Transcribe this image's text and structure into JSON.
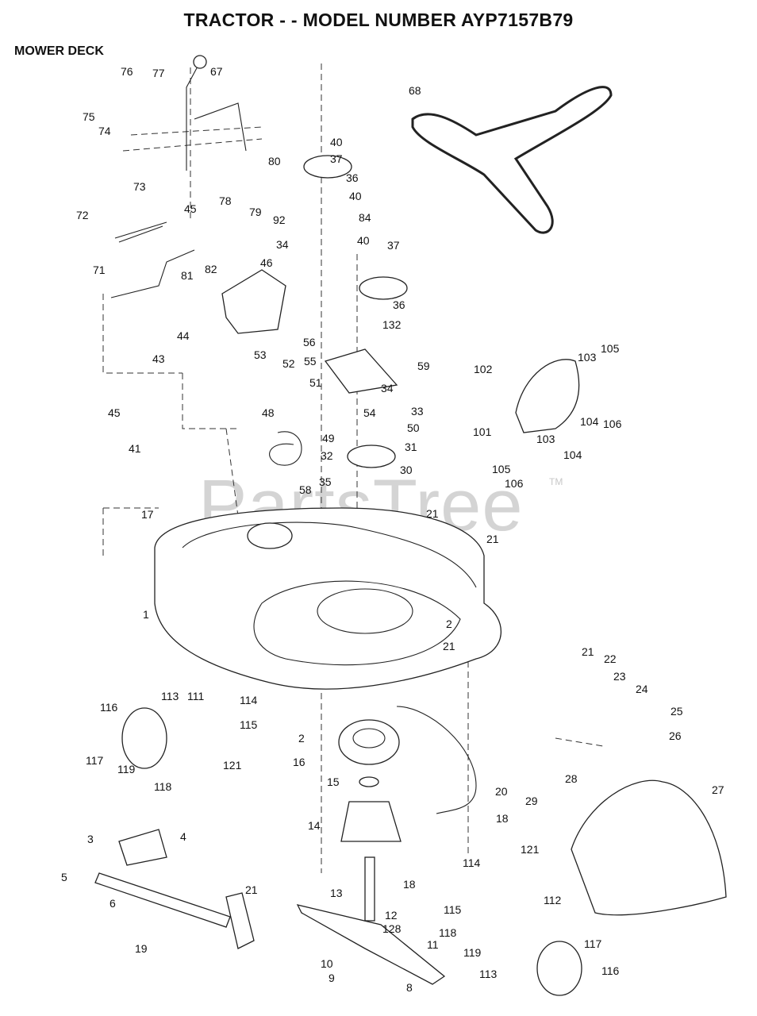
{
  "title": "TRACTOR - - MODEL NUMBER AYP7157B79",
  "section": "MOWER DECK",
  "watermark": "PartsTree",
  "watermark_tm": "TM",
  "callouts": [
    "76",
    "77",
    "67",
    "75",
    "74",
    "73",
    "78",
    "79",
    "92",
    "80",
    "40",
    "37",
    "36",
    "40",
    "84",
    "68",
    "72",
    "45",
    "81",
    "82",
    "34",
    "40",
    "37",
    "71",
    "46",
    "36",
    "132",
    "44",
    "56",
    "55",
    "59",
    "53",
    "52",
    "51",
    "34",
    "48",
    "54",
    "33",
    "49",
    "50",
    "32",
    "31",
    "58",
    "35",
    "30",
    "43",
    "45",
    "41",
    "102",
    "103",
    "105",
    "101",
    "104",
    "106",
    "103",
    "104",
    "105",
    "106",
    "21",
    "17",
    "21",
    "1",
    "2",
    "21",
    "21",
    "22",
    "23",
    "24",
    "25",
    "26",
    "27",
    "28",
    "29",
    "116",
    "113",
    "111",
    "114",
    "115",
    "117",
    "119",
    "121",
    "118",
    "2",
    "16",
    "15",
    "20",
    "14",
    "18",
    "18",
    "114",
    "121",
    "3",
    "4",
    "5",
    "6",
    "21",
    "19",
    "13",
    "12",
    "128",
    "11",
    "10",
    "9",
    "8",
    "115",
    "118",
    "112",
    "119",
    "117",
    "113",
    "116"
  ]
}
